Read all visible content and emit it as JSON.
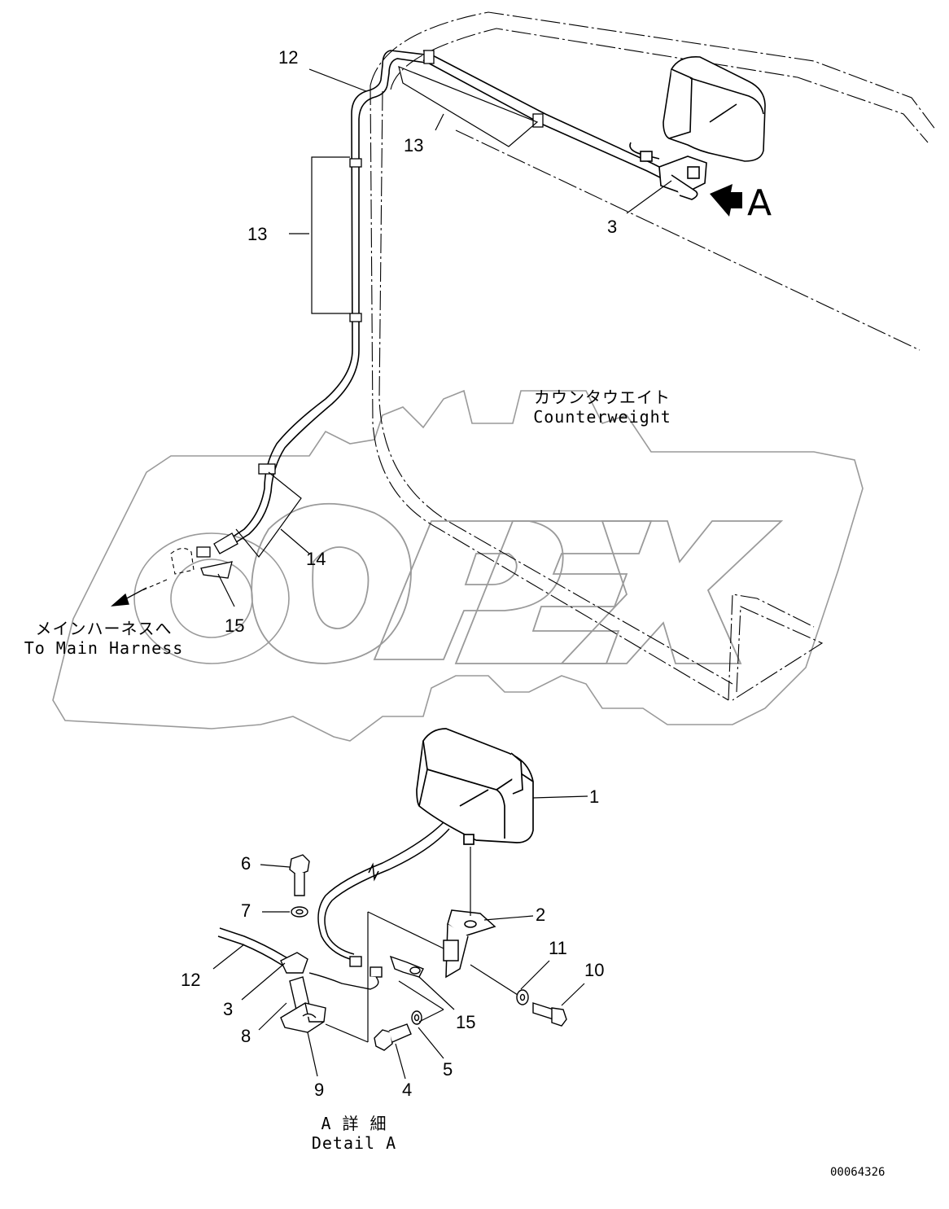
{
  "watermark": {
    "text": "OPEX"
  },
  "callouts": {
    "c1": "1",
    "c2": "2",
    "c3_top": "3",
    "c3_detail": "3",
    "c4": "4",
    "c5": "5",
    "c6": "6",
    "c7": "7",
    "c8": "8",
    "c9": "9",
    "c10": "10",
    "c11": "11",
    "c12_top": "12",
    "c12_detail": "12",
    "c13_top": "13",
    "c13_left": "13",
    "c14": "14",
    "c15_top": "15",
    "c15_detail": "15"
  },
  "view_marker": {
    "letter": "A"
  },
  "captions": {
    "counterweight_jp": "カウンタウエイト",
    "counterweight_en": "Counterweight",
    "main_harness_jp": "メインハーネスへ",
    "main_harness_en": "To Main Harness",
    "detail_jp": "A 詳 細",
    "detail_en": "Detail A"
  },
  "document_id": "00064326",
  "colors": {
    "line": "#000000",
    "watermark": "#9a9a9a",
    "background": "#ffffff"
  }
}
